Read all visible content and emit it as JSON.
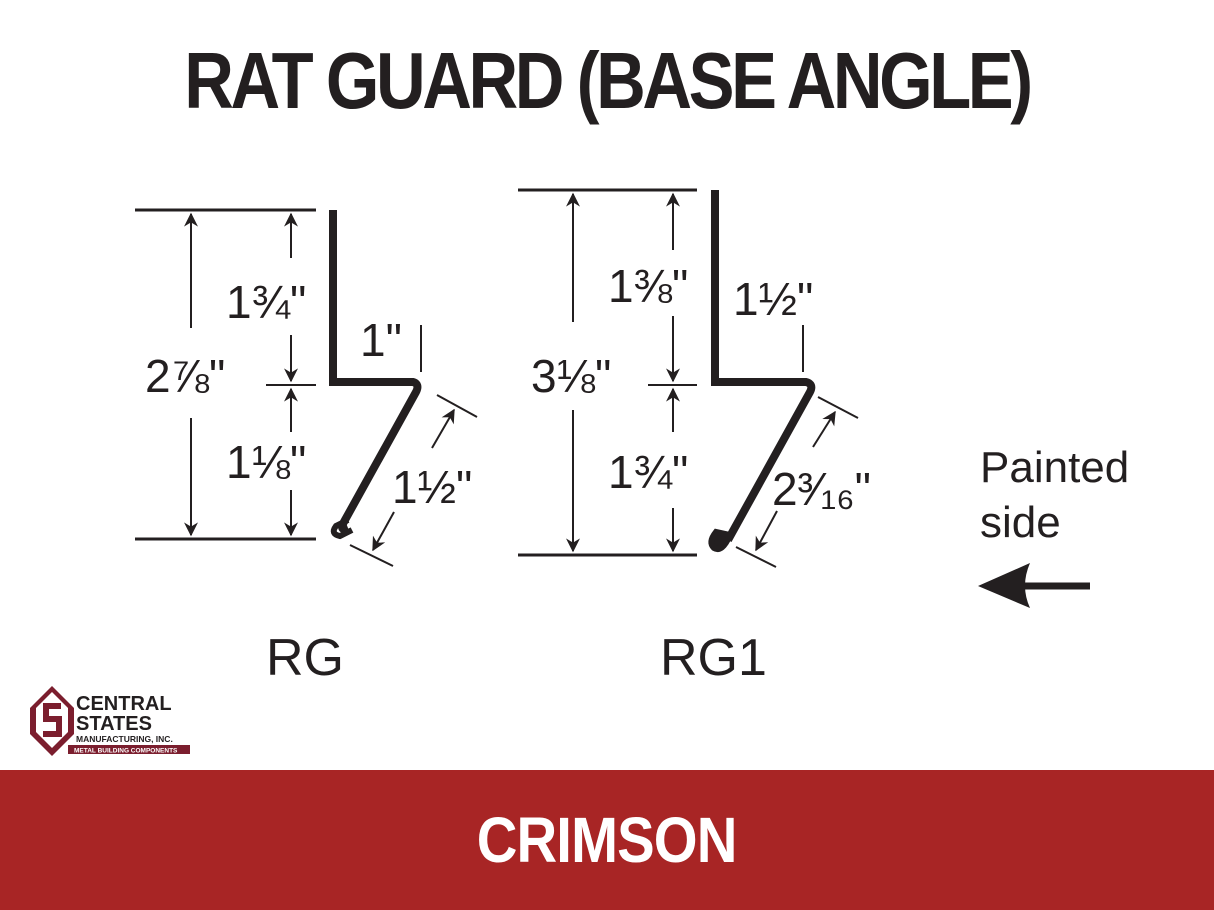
{
  "title": "RAT GUARD (BASE ANGLE)",
  "diagrams": [
    {
      "label": "RG",
      "dimensions": {
        "overall_height": "2⅞\"",
        "upper_height": "1¾\"",
        "lower_height": "1⅛\"",
        "horizontal_leg": "1\"",
        "sloped_leg": "1½\""
      }
    },
    {
      "label": "RG1",
      "dimensions": {
        "overall_height": "3⅛\"",
        "upper_height": "1⅜\"",
        "lower_height": "1¾\"",
        "horizontal_leg": "1½\"",
        "sloped_leg": "2³⁄₁₆\""
      }
    }
  ],
  "painted_side": {
    "line1": "Painted",
    "line2": "side",
    "arrow": "left-arrow"
  },
  "logo": {
    "line1": "CENTRAL",
    "line2": "STATES",
    "line3": "MANUFACTURING, INC.",
    "tagline": "METAL BUILDING COMPONENTS"
  },
  "footer": {
    "color_name": "CRIMSON",
    "color_hex": "#a82525"
  }
}
